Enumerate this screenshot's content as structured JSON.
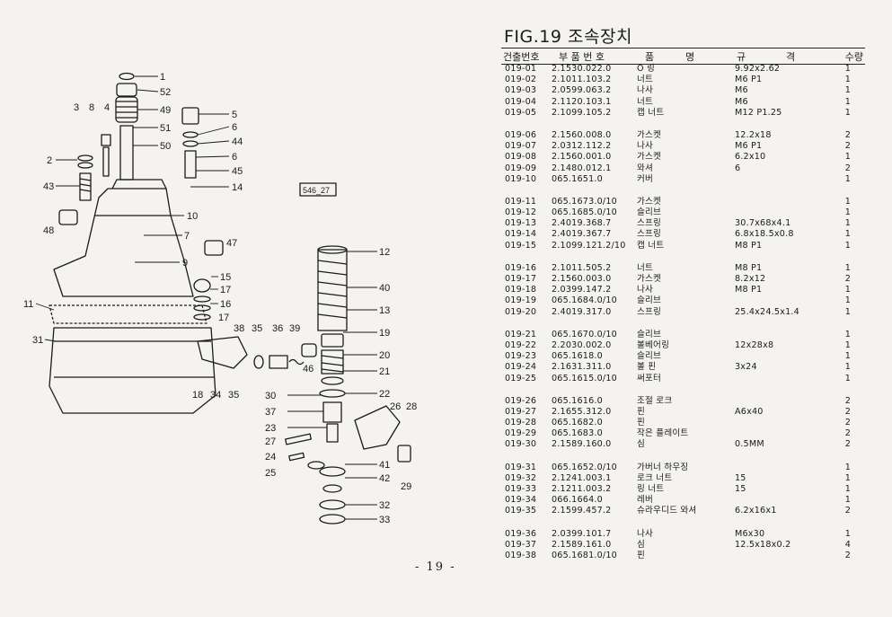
{
  "title": "FIG.19 조속장치",
  "header": {
    "col_no": "건출번호",
    "col_part": "부 품 번 호",
    "col_name_a": "품",
    "col_name_b": "명",
    "col_spec_a": "규",
    "col_spec_b": "격",
    "col_qty": "수량"
  },
  "groups": [
    {
      "rows": [
        {
          "no": "019-01",
          "part": "2.1530.022.0",
          "name": "O 링",
          "spec": "9.92x2.62",
          "qty": "1"
        },
        {
          "no": "019-02",
          "part": "2.1011.103.2",
          "name": "너트",
          "spec": "M6 P1",
          "qty": "1"
        },
        {
          "no": "019-03",
          "part": "2.0599.063.2",
          "name": "나사",
          "spec": "M6",
          "qty": "1"
        },
        {
          "no": "019-04",
          "part": "2.1120.103.1",
          "name": "너트",
          "spec": "M6",
          "qty": "1"
        },
        {
          "no": "019-05",
          "part": "2.1099.105.2",
          "name": "캡 너트",
          "spec": "M12 P1.25",
          "qty": "1"
        }
      ]
    },
    {
      "rows": [
        {
          "no": "019-06",
          "part": "2.1560.008.0",
          "name": "가스켓",
          "spec": "12.2x18",
          "qty": "2"
        },
        {
          "no": "019-07",
          "part": "2.0312.112.2",
          "name": "나사",
          "spec": "M6 P1",
          "qty": "2"
        },
        {
          "no": "019-08",
          "part": "2.1560.001.0",
          "name": "가스켓",
          "spec": "6.2x10",
          "qty": "1"
        },
        {
          "no": "019-09",
          "part": "2.1480.012.1",
          "name": "와셔",
          "spec": "6",
          "qty": "2"
        },
        {
          "no": "019-10",
          "part": "065.1651.0",
          "name": "커버",
          "spec": "",
          "qty": "1"
        }
      ]
    },
    {
      "rows": [
        {
          "no": "019-11",
          "part": "065.1673.0/10",
          "name": "가스켓",
          "spec": "",
          "qty": "1"
        },
        {
          "no": "019-12",
          "part": "065.1685.0/10",
          "name": "슬리브",
          "spec": "",
          "qty": "1"
        },
        {
          "no": "019-13",
          "part": "2.4019.368.7",
          "name": "스프링",
          "spec": "30.7x68x4.1",
          "qty": "1"
        },
        {
          "no": "019-14",
          "part": "2.4019.367.7",
          "name": "스프링",
          "spec": "6.8x18.5x0.8",
          "qty": "1"
        },
        {
          "no": "019-15",
          "part": "2.1099.121.2/10",
          "name": "캡 너트",
          "spec": "M8 P1",
          "qty": "1"
        }
      ]
    },
    {
      "rows": [
        {
          "no": "019-16",
          "part": "2.1011.505.2",
          "name": "너트",
          "spec": "M8 P1",
          "qty": "1"
        },
        {
          "no": "019-17",
          "part": "2.1560.003.0",
          "name": "가스켓",
          "spec": "8.2x12",
          "qty": "2"
        },
        {
          "no": "019-18",
          "part": "2.0399.147.2",
          "name": "나사",
          "spec": "M8 P1",
          "qty": "1"
        },
        {
          "no": "019-19",
          "part": "065.1684.0/10",
          "name": "슬리브",
          "spec": "",
          "qty": "1"
        },
        {
          "no": "019-20",
          "part": "2.4019.317.0",
          "name": "스프링",
          "spec": "25.4x24.5x1.4",
          "qty": "1"
        }
      ]
    },
    {
      "rows": [
        {
          "no": "019-21",
          "part": "065.1670.0/10",
          "name": "슬리브",
          "spec": "",
          "qty": "1"
        },
        {
          "no": "019-22",
          "part": "2.2030.002.0",
          "name": "볼베어링",
          "spec": "12x28x8",
          "qty": "1"
        },
        {
          "no": "019-23",
          "part": "065.1618.0",
          "name": "슬리브",
          "spec": "",
          "qty": "1"
        },
        {
          "no": "019-24",
          "part": "2.1631.311.0",
          "name": "볼 핀",
          "spec": "3x24",
          "qty": "1"
        },
        {
          "no": "019-25",
          "part": "065.1615.0/10",
          "name": "써포터",
          "spec": "",
          "qty": "1"
        }
      ]
    },
    {
      "rows": [
        {
          "no": "019-26",
          "part": "065.1616.0",
          "name": "조절 로크",
          "spec": "",
          "qty": "2"
        },
        {
          "no": "019-27",
          "part": "2.1655.312.0",
          "name": "핀",
          "spec": "A6x40",
          "qty": "2"
        },
        {
          "no": "019-28",
          "part": "065.1682.0",
          "name": "핀",
          "spec": "",
          "qty": "2"
        },
        {
          "no": "019-29",
          "part": "065.1683.0",
          "name": "작은 플레이트",
          "spec": "",
          "qty": "2"
        },
        {
          "no": "019-30",
          "part": "2.1589.160.0",
          "name": "심",
          "spec": "0.5MM",
          "qty": "2"
        }
      ]
    },
    {
      "rows": [
        {
          "no": "019-31",
          "part": "065.1652.0/10",
          "name": "가버너 하우징",
          "spec": "",
          "qty": "1"
        },
        {
          "no": "019-32",
          "part": "2.1241.003.1",
          "name": "로크 너트",
          "spec": "15",
          "qty": "1"
        },
        {
          "no": "019-33",
          "part": "2.1211.003.2",
          "name": "링 너트",
          "spec": "15",
          "qty": "1"
        },
        {
          "no": "019-34",
          "part": "066.1664.0",
          "name": "레버",
          "spec": "",
          "qty": "1"
        },
        {
          "no": "019-35",
          "part": "2.1599.457.2",
          "name": "슈라우디드 와셔",
          "spec": "6.2x16x1",
          "qty": "2"
        }
      ]
    },
    {
      "rows": [
        {
          "no": "019-36",
          "part": "2.0399.101.7",
          "name": "나사",
          "spec": "M6x30",
          "qty": "1"
        },
        {
          "no": "019-37",
          "part": "2.1589.161.0",
          "name": "심",
          "spec": "12.5x18x0.2",
          "qty": "4"
        },
        {
          "no": "019-38",
          "part": "065.1681.0/10",
          "name": "핀",
          "spec": "",
          "qty": "2"
        }
      ]
    }
  ],
  "diagram": {
    "ref_tag": "546_27",
    "callouts_left": [
      "1",
      "52",
      "49",
      "51",
      "50",
      "3",
      "8",
      "4",
      "2",
      "43",
      "48",
      "5",
      "6",
      "44",
      "6",
      "45",
      "14",
      "10",
      "7",
      "47",
      "9",
      "15",
      "17",
      "16",
      "17",
      "11",
      "31",
      "38",
      "35",
      "36",
      "39",
      "46",
      "18",
      "34",
      "35"
    ],
    "callouts_right": [
      "12",
      "40",
      "13",
      "19",
      "20",
      "21",
      "22",
      "30",
      "37",
      "23",
      "27",
      "24",
      "25",
      "26",
      "28",
      "29",
      "41",
      "42",
      "32",
      "33"
    ]
  },
  "page_number": "- 19 -"
}
